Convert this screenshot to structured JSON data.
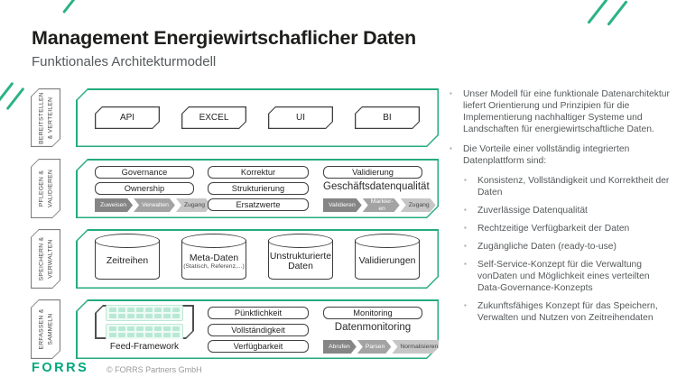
{
  "slide": {
    "title": "Management Energiewirtschaflicher Daten",
    "subtitle": "Funktionales Architekturmodell"
  },
  "colors": {
    "accent_green": "#24ab80",
    "logo_green": "#00a77d",
    "box_border": "#3f3f3f",
    "chevron_dark": "#858585",
    "chevron_mid": "#a3a3a3",
    "chevron_light": "#c6c6c6",
    "text_gray": "#54585a"
  },
  "layers": [
    {
      "label": "BEREITSTELLEN\n& VERTEILEN",
      "boxes": [
        "API",
        "EXCEL",
        "UI",
        "BI"
      ]
    },
    {
      "label": "PFLEGEN &\nVALIDIEREN",
      "col1_boxes": [
        "Governance",
        "Ownership"
      ],
      "col1_chevrons": [
        "Zuweisen",
        "Verwalten",
        "Zugang"
      ],
      "col2_boxes": [
        "Korrektur",
        "Strukturierung",
        "Ersatzwerte"
      ],
      "col3_box": "Validierung",
      "col3_text": "Geschäftsdatenqualität",
      "col3_chevrons": [
        "Validieren",
        "Markier-\nen",
        "Zugang"
      ]
    },
    {
      "label": "SPEICHERN &\nVERWALTEN",
      "cylinders": [
        {
          "title": "Zeitreihen",
          "sub": ""
        },
        {
          "title": "Meta-Daten",
          "sub": "(Statisch, Referenz,...)"
        },
        {
          "title": "Unstrukturierte Daten",
          "sub": ""
        },
        {
          "title": "Validierungen",
          "sub": ""
        }
      ]
    },
    {
      "label": "ERFASSEN &\nSAMMELN",
      "feed_label": "Feed-Framework",
      "col2_boxes": [
        "Pünktlichkeit",
        "Vollständigkeit",
        "Verfügbarkeit"
      ],
      "col3_box": "Monitoring",
      "col3_text": "Datenmonitoring",
      "col3_chevrons": [
        "Abrufen",
        "Parsen",
        "Normalisieren"
      ]
    }
  ],
  "sidebar": {
    "bullets": [
      {
        "level": 1,
        "text": "Unser Modell für eine funktionale Datenarchitektur liefert Orientierung und Prinzipien für die Implementierung nachhaltiger Systeme und Landschaften für energiewirtschaftliche Daten."
      },
      {
        "level": 1,
        "text": "Die Vorteile einer vollständig integrierten Datenplattform sind:"
      },
      {
        "level": 2,
        "text": "Konsistenz, Vollständigkeit und Korrektheit der Daten"
      },
      {
        "level": 2,
        "text": "Zuverlässige Datenqualität"
      },
      {
        "level": 2,
        "text": "Rechtzeitige Verfügbarkeit der Daten"
      },
      {
        "level": 2,
        "text": "Zugängliche Daten (ready-to-use)"
      },
      {
        "level": 2,
        "text": "Self-Service-Konzept für die Verwaltung vonDaten und Möglichkeit eines verteilten Data-Governance-Konzepts"
      },
      {
        "level": 2,
        "text": "Zukunftsfähiges Konzept für das Speichern, Verwalten und Nutzen von Zeitreihendaten"
      }
    ]
  },
  "footer": {
    "logo": "FORRS",
    "copyright": "© FORRS Partners GmbH"
  }
}
